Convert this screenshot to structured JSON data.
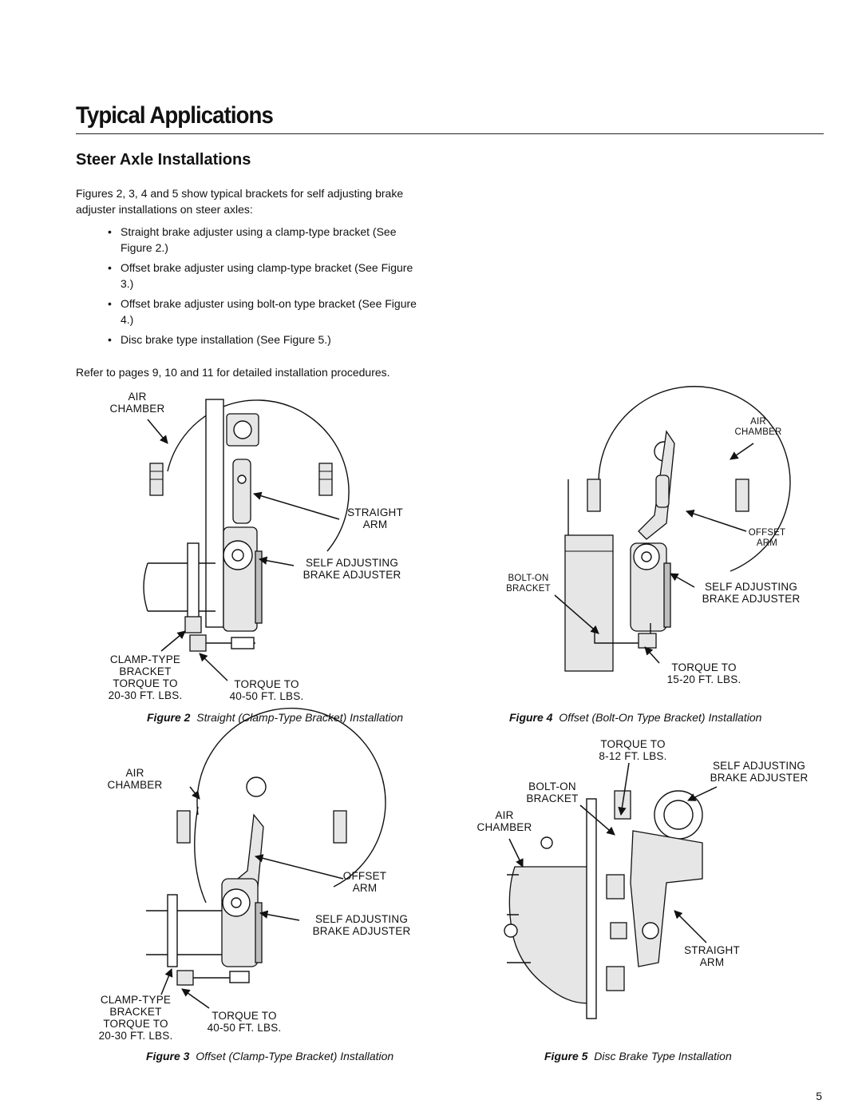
{
  "heading": "Typical Applications",
  "subheading": "Steer Axle Installations",
  "intro": "Figures 2, 3, 4 and 5 show typical brackets for self adjusting brake adjuster installations on steer axles:",
  "bullets": [
    "Straight brake adjuster using a clamp-type bracket (See Figure 2.)",
    "Offset brake adjuster using clamp-type bracket (See Figure 3.)",
    "Offset brake adjuster using bolt-on type bracket (See Figure 4.)",
    "Disc brake type installation (See Figure 5.)"
  ],
  "refer": "Refer to pages 9, 10 and 11 for detailed installation procedures.",
  "fig2": {
    "num": "Figure 2",
    "caption": "Straight (Clamp-Type Bracket) Installation",
    "air_chamber": "AIR\nCHAMBER",
    "straight_arm": "STRAIGHT\nARM",
    "self_adjusting": "SELF ADJUSTING\nBRAKE ADJUSTER",
    "clamp_bracket": "CLAMP-TYPE\nBRACKET\nTORQUE TO\n20-30 FT. LBS.",
    "torque": "TORQUE TO\n40-50 FT. LBS."
  },
  "fig3": {
    "num": "Figure 3",
    "caption": "Offset (Clamp-Type Bracket) Installation",
    "air_chamber": "AIR\nCHAMBER",
    "offset_arm": "OFFSET\nARM",
    "self_adjusting": "SELF ADJUSTING\nBRAKE ADJUSTER",
    "clamp_bracket": "CLAMP-TYPE\nBRACKET\nTORQUE TO\n20-30 FT. LBS.",
    "torque": "TORQUE TO\n40-50 FT. LBS."
  },
  "fig4": {
    "num": "Figure 4",
    "caption": "Offset (Bolt-On Type Bracket) Installation",
    "air_chamber": "AIR\nCHAMBER",
    "offset_arm": "OFFSET\nARM",
    "bolt_on": "BOLT-ON\nBRACKET",
    "self_adjusting": "SELF ADJUSTING\nBRAKE ADJUSTER",
    "torque": "TORQUE TO\n15-20 FT. LBS."
  },
  "fig5": {
    "num": "Figure 5",
    "caption": "Disc Brake Type Installation",
    "torque": "TORQUE TO\n8-12 FT. LBS.",
    "self_adjusting": "SELF ADJUSTING\nBRAKE ADJUSTER",
    "bolt_on": "BOLT-ON\nBRACKET",
    "air_chamber": "AIR\nCHAMBER",
    "straight_arm": "STRAIGHT\nARM"
  },
  "page_number": "5"
}
